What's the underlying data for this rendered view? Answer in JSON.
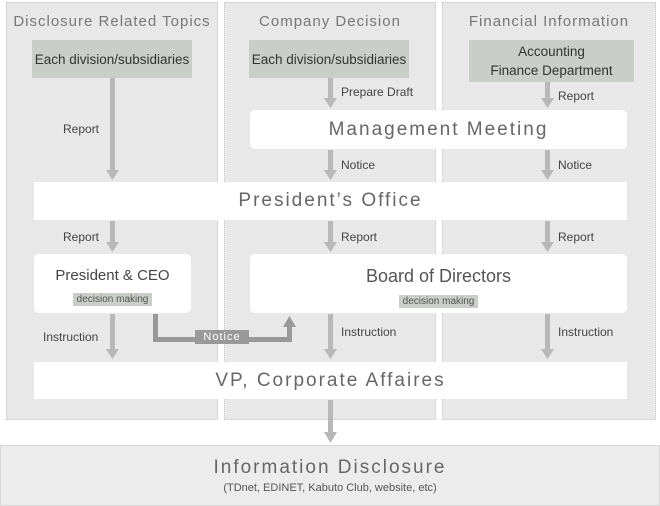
{
  "columns": [
    {
      "title": "Disclosure Related Topics"
    },
    {
      "title": "Company Decision"
    },
    {
      "title": "Financial Information"
    }
  ],
  "sources": {
    "col1": "Each division/subsidiaries",
    "col2": "Each division/subsidiaries",
    "col3_line1": "Accounting",
    "col3_line2": "Finance Department"
  },
  "nodes": {
    "management_meeting": "Management Meeting",
    "presidents_office": "President’s Office",
    "president_ceo": "President & CEO",
    "president_ceo_tag": "decision making",
    "board": "Board of Directors",
    "board_tag": "decision making",
    "vp": "VP, Corporate Affaires",
    "disclosure_title": "Information Disclosure",
    "disclosure_sub": "(TDnet, EDINET, Kabuto Club, website, etc)"
  },
  "arrow_labels": {
    "col1_report_top": "Report",
    "col2_prepare": "Prepare Draft",
    "col3_report_top": "Report",
    "col2_notice": "Notice",
    "col3_notice": "Notice",
    "col1_report_mid": "Report",
    "col2_report_mid": "Report",
    "col3_report_mid": "Report",
    "col1_instruction": "Instruction",
    "col2_instruction": "Instruction",
    "col3_instruction": "Instruction",
    "notice_connector": "Notice"
  },
  "colors": {
    "panel": "#e8e8e8",
    "box_gray": "#c9cec9",
    "arrow": "#b8b8b8",
    "connector": "#999999"
  }
}
